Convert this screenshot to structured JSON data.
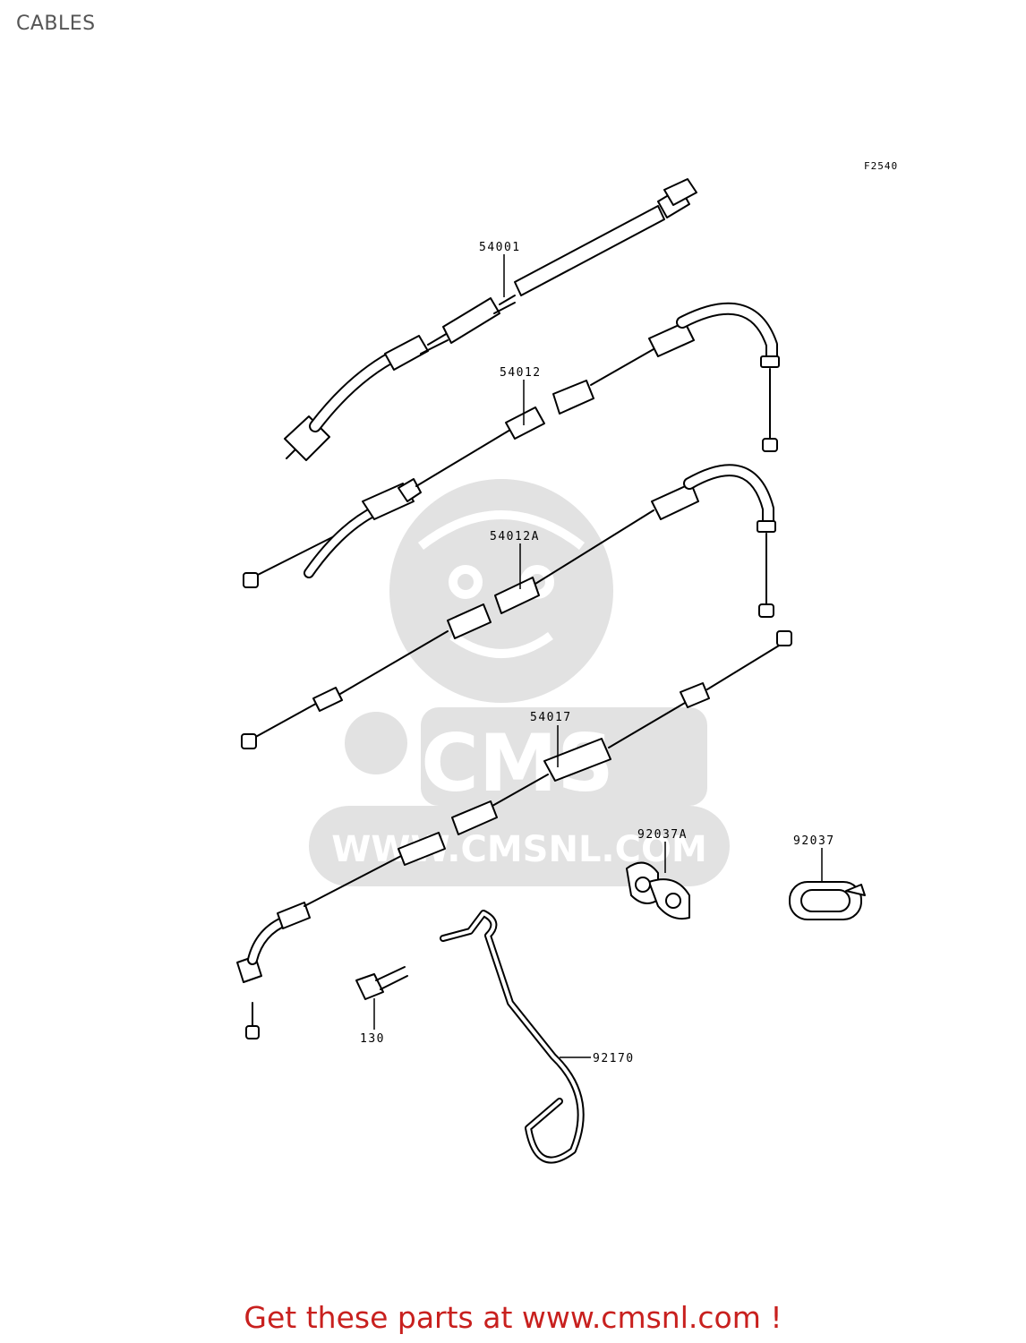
{
  "title": "CABLES",
  "figure_code": "F2540",
  "footer_text": "Get these parts at www.cmsnl.com !",
  "watermark": {
    "brand": "CMS",
    "url": "WWW.CMSNL.COM"
  },
  "colors": {
    "line": "#000000",
    "footer": "#c8201e",
    "title": "#555555",
    "watermark": "#e2e2e2"
  },
  "callouts": [
    {
      "id": "c54001",
      "text": "54001"
    },
    {
      "id": "c54012",
      "text": "54012"
    },
    {
      "id": "c54012A",
      "text": "54012A"
    },
    {
      "id": "c54017",
      "text": "54017"
    },
    {
      "id": "c92037A",
      "text": "92037A"
    },
    {
      "id": "c92037",
      "text": "92037"
    },
    {
      "id": "c130",
      "text": "130"
    },
    {
      "id": "c92170",
      "text": "92170"
    }
  ]
}
